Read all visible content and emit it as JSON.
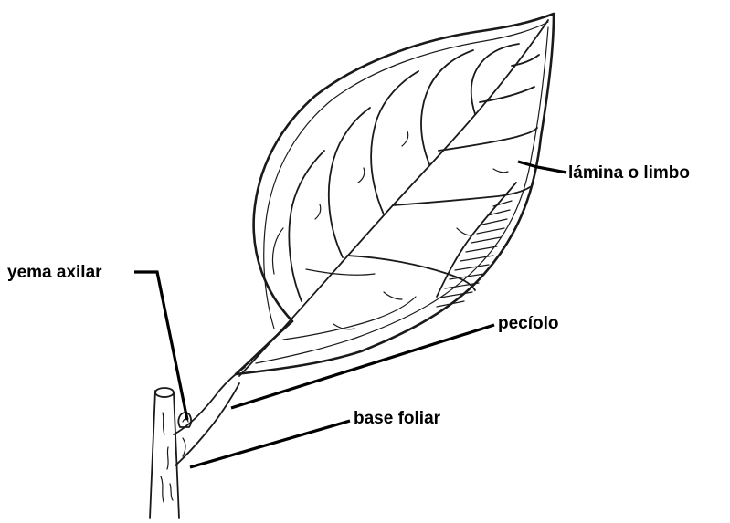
{
  "labels": {
    "blade": "lámina o limbo",
    "axillary_bud": "yema axilar",
    "petiole": "pecíolo",
    "leaf_base": "base foliar"
  }
}
